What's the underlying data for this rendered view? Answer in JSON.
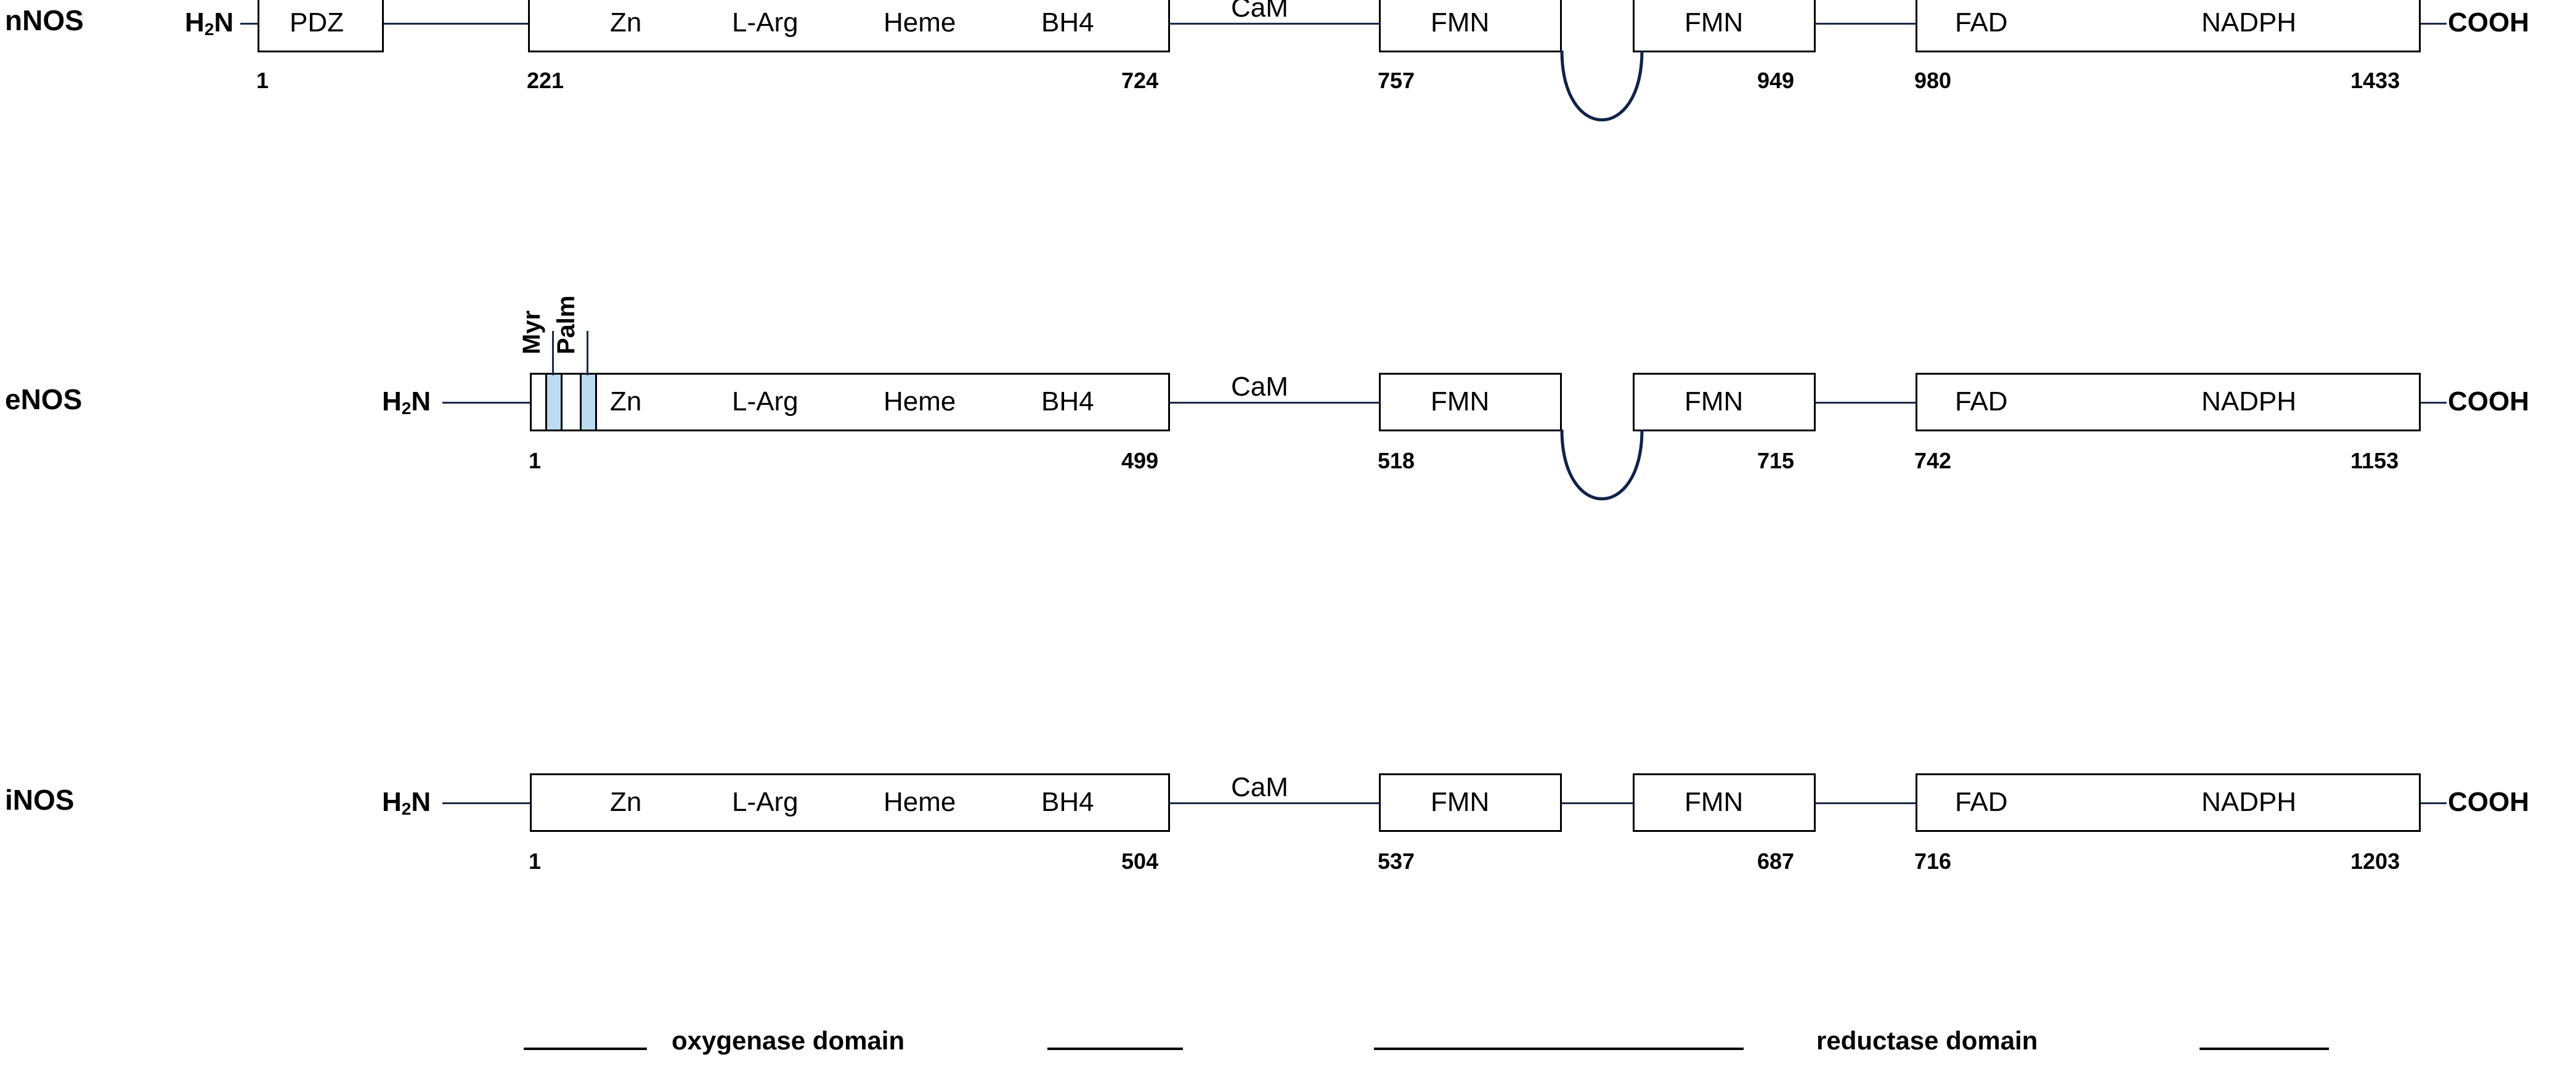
{
  "figure": {
    "type": "protein-domain-diagram",
    "description": "Domain architecture of the three nitric oxide synthase isoforms",
    "accent_blue": "#bbdcf2",
    "line_navy": "#1a2a4a"
  },
  "legend": {
    "oxygenase": "oxygenase domain",
    "reductase": "reductase domain"
  },
  "termini": {
    "n_term_h": "H",
    "n_term_sub": "2",
    "n_term_n": "N",
    "c_term": "COOH"
  },
  "isoforms": [
    {
      "name": "nNOS",
      "has_pdz": true,
      "has_lipid_bands": false,
      "has_fmn_arc": true,
      "pdz_label": "PDZ",
      "oxygenase_labels": [
        "Zn",
        "L-Arg",
        "Heme",
        "BH4"
      ],
      "cam_label": "CaM",
      "fmn_labels": [
        "FMN",
        "FMN"
      ],
      "reductase_labels": [
        "FAD",
        "NADPH"
      ],
      "numbers": {
        "pdz_start": "1",
        "oxy_start": "221",
        "oxy_end": "724",
        "fmn1_start": "757",
        "fmn2_end": "949",
        "fad_start": "980",
        "nadph_end": "1433"
      }
    },
    {
      "name": "eNOS",
      "has_pdz": false,
      "has_lipid_bands": true,
      "has_fmn_arc": true,
      "lipid_labels": [
        "Myr",
        "Palm"
      ],
      "oxygenase_labels": [
        "Zn",
        "L-Arg",
        "Heme",
        "BH4"
      ],
      "cam_label": "CaM",
      "fmn_labels": [
        "FMN",
        "FMN"
      ],
      "reductase_labels": [
        "FAD",
        "NADPH"
      ],
      "numbers": {
        "oxy_start": "1",
        "oxy_end": "499",
        "fmn1_start": "518",
        "fmn2_end": "715",
        "fad_start": "742",
        "nadph_end": "1153"
      }
    },
    {
      "name": "iNOS",
      "has_pdz": false,
      "has_lipid_bands": false,
      "has_fmn_arc": false,
      "oxygenase_labels": [
        "Zn",
        "L-Arg",
        "Heme",
        "BH4"
      ],
      "cam_label": "CaM",
      "fmn_labels": [
        "FMN",
        "FMN"
      ],
      "reductase_labels": [
        "FAD",
        "NADPH"
      ],
      "numbers": {
        "oxy_start": "1",
        "oxy_end": "504",
        "fmn1_start": "537",
        "fmn2_end": "687",
        "fad_start": "716",
        "nadph_end": "1203"
      }
    }
  ]
}
